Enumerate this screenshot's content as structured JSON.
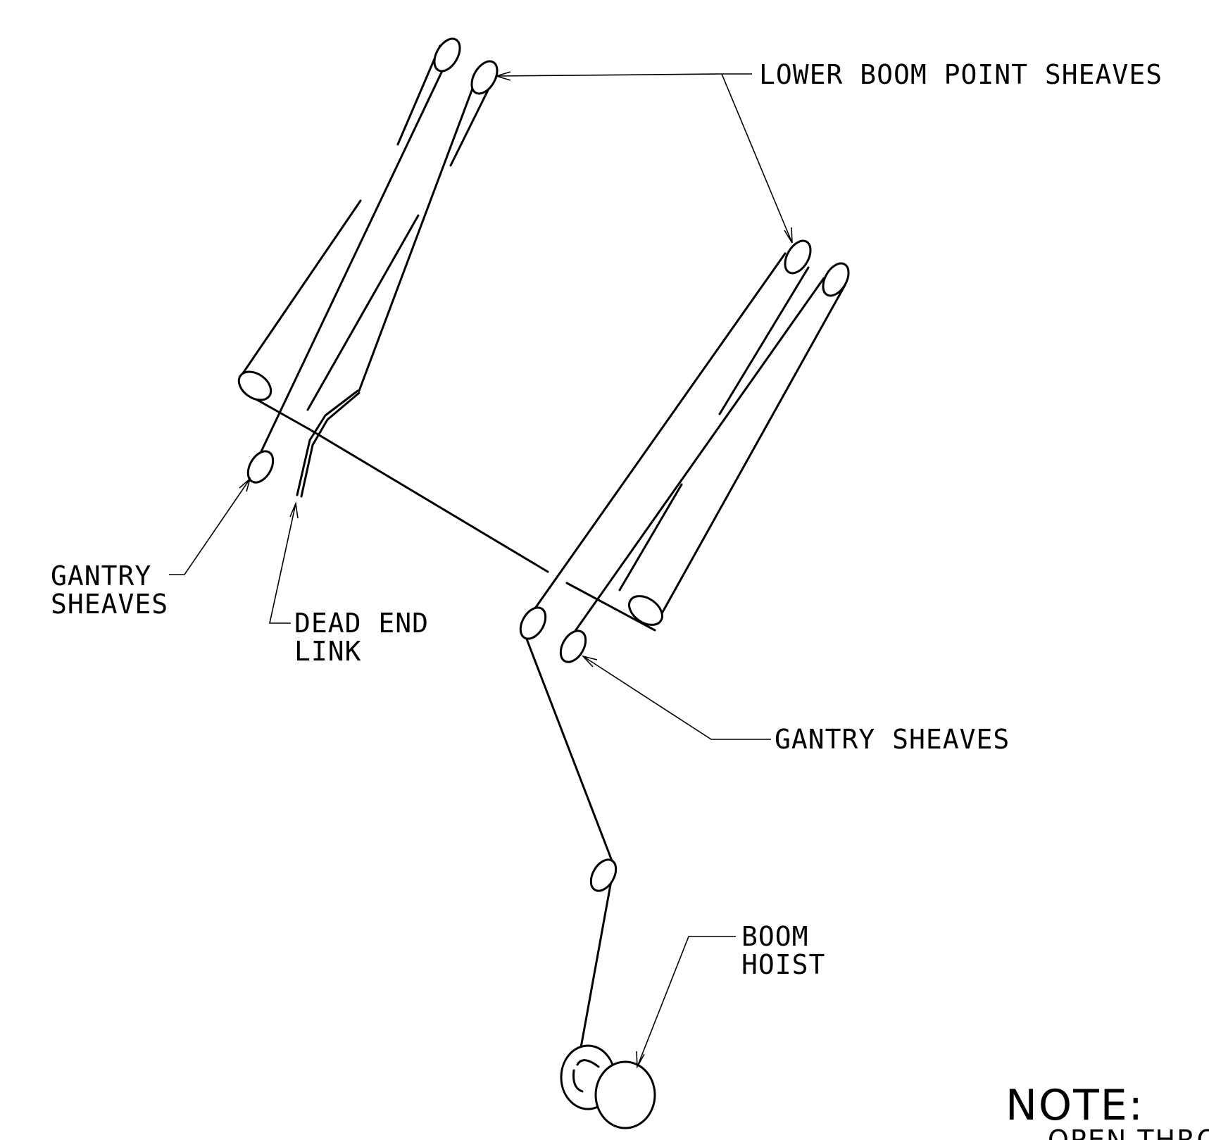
{
  "labels": {
    "lower_boom_point_sheaves": "LOWER BOOM POINT SHEAVES",
    "gantry_sheaves_left_line1": "GANTRY",
    "gantry_sheaves_left_line2": "SHEAVES",
    "dead_end_link_line1": "DEAD END",
    "dead_end_link_line2": "LINK",
    "gantry_sheaves_right": "GANTRY SHEAVES",
    "boom_hoist_line1": "BOOM",
    "boom_hoist_line2": "HOIST",
    "note_title": "NOTE:",
    "note_text": "OPEN THRO"
  }
}
